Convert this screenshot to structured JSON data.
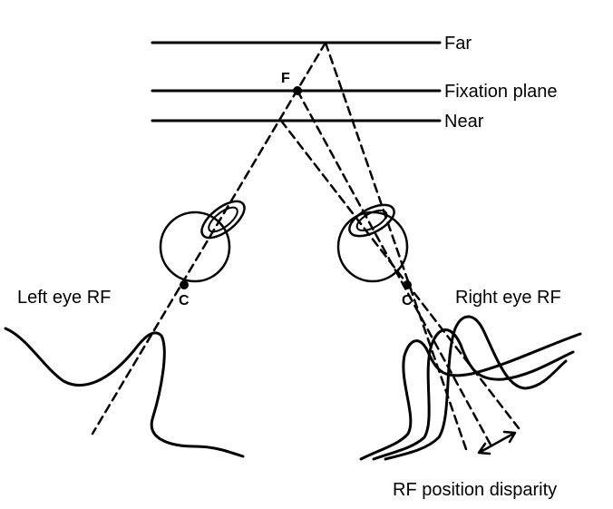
{
  "labels": {
    "far": "Far",
    "fixation_plane": "Fixation plane",
    "near": "Near",
    "fixation_point": "F",
    "left_center": "C",
    "right_center": "C",
    "left_eye_rf": "Left eye RF",
    "right_eye_rf": "Right eye RF",
    "rf_position_disparity": "RF position disparity"
  },
  "colors": {
    "ink": "#000000",
    "background": "#ffffff"
  }
}
